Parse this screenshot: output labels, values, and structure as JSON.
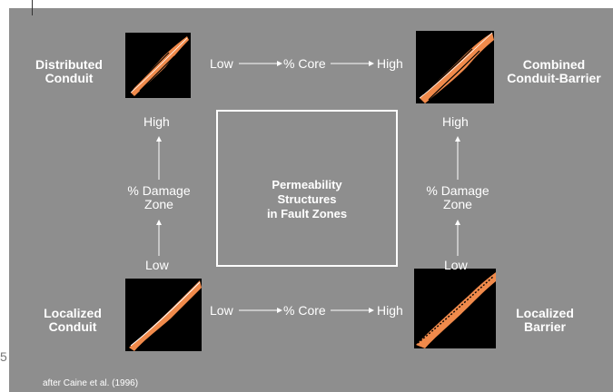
{
  "center": {
    "line1": "Permeability",
    "line2": "Structures",
    "line3": "in Fault Zones"
  },
  "quadrants": {
    "top_left": {
      "line1": "Distributed",
      "line2": "Conduit"
    },
    "top_right": {
      "line1": "Combined",
      "line2": "Conduit-Barrier"
    },
    "bottom_left": {
      "line1": "Localized",
      "line2": "Conduit"
    },
    "bottom_right": {
      "line1": "Localized",
      "line2": "Barrier"
    }
  },
  "axes": {
    "top": {
      "low": "Low",
      "mid": "% Core",
      "high": "High"
    },
    "bottom": {
      "low": "Low",
      "mid": "% Core",
      "high": "High"
    },
    "left": {
      "high": "High",
      "mid1": "% Damage",
      "mid2": "Zone",
      "low": "Low"
    },
    "right": {
      "high": "High",
      "mid1": "% Damage",
      "mid2": "Zone",
      "low": "Low"
    }
  },
  "source": "after Caine et al. (1996)",
  "colors": {
    "background": "#8e8e8e",
    "fault_fill": "#f08a4b",
    "text": "#ffffff"
  }
}
